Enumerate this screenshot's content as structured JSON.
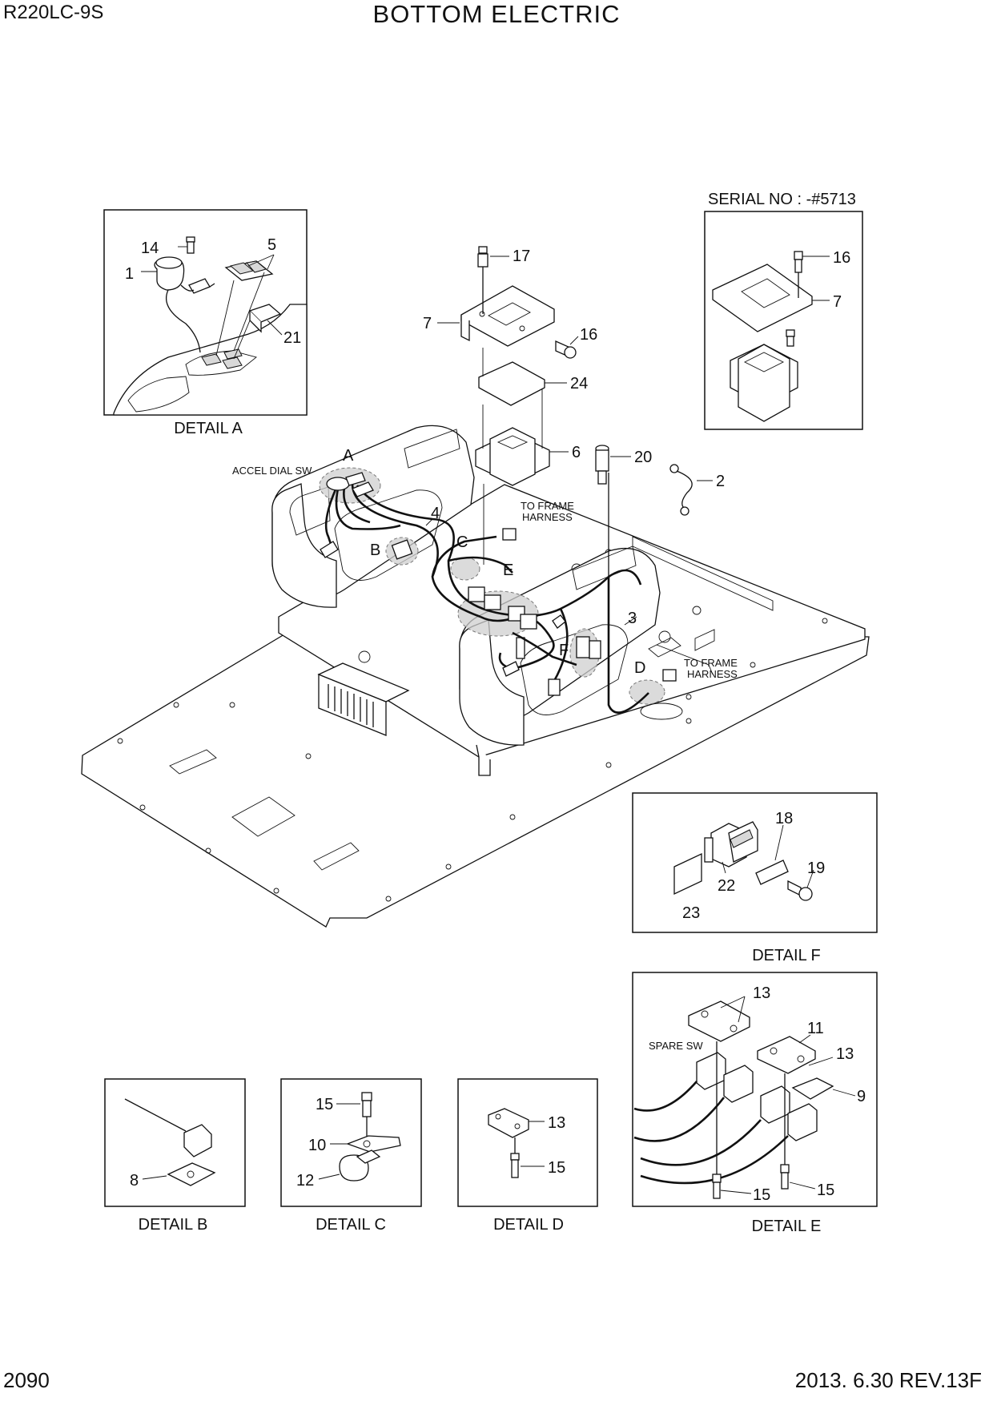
{
  "header": {
    "model": "R220LC-9S",
    "title": "BOTTOM ELECTRIC"
  },
  "footer": {
    "page_number": "2090",
    "revision": "2013. 6.30  REV.13F"
  },
  "serial_box": {
    "label": "SERIAL NO : -#5713",
    "callouts": [
      "16",
      "7"
    ]
  },
  "main": {
    "callouts": [
      "17",
      "7",
      "16",
      "24",
      "6",
      "20",
      "2",
      "4",
      "3"
    ],
    "detail_letters": [
      "A",
      "B",
      "C",
      "D",
      "E",
      "F"
    ],
    "labels": {
      "accel": "ACCEL DIAL SW",
      "frame1": "TO FRAME",
      "frame2": "HARNESS",
      "frame3": "TO FRAME",
      "frame4": "HARNESS"
    }
  },
  "details": {
    "a": {
      "caption": "DETAIL A",
      "callouts": [
        "14",
        "5",
        "1",
        "21"
      ]
    },
    "b": {
      "caption": "DETAIL B",
      "callouts": [
        "8"
      ]
    },
    "c": {
      "caption": "DETAIL C",
      "callouts": [
        "15",
        "10",
        "12"
      ]
    },
    "d": {
      "caption": "DETAIL D",
      "callouts": [
        "13",
        "15"
      ]
    },
    "e": {
      "caption": "DETAIL E",
      "label": "SPARE SW",
      "callouts": [
        "13",
        "11",
        "13",
        "9",
        "15",
        "15"
      ]
    },
    "f": {
      "caption": "DETAIL F",
      "callouts": [
        "18",
        "19",
        "22",
        "23"
      ]
    }
  }
}
